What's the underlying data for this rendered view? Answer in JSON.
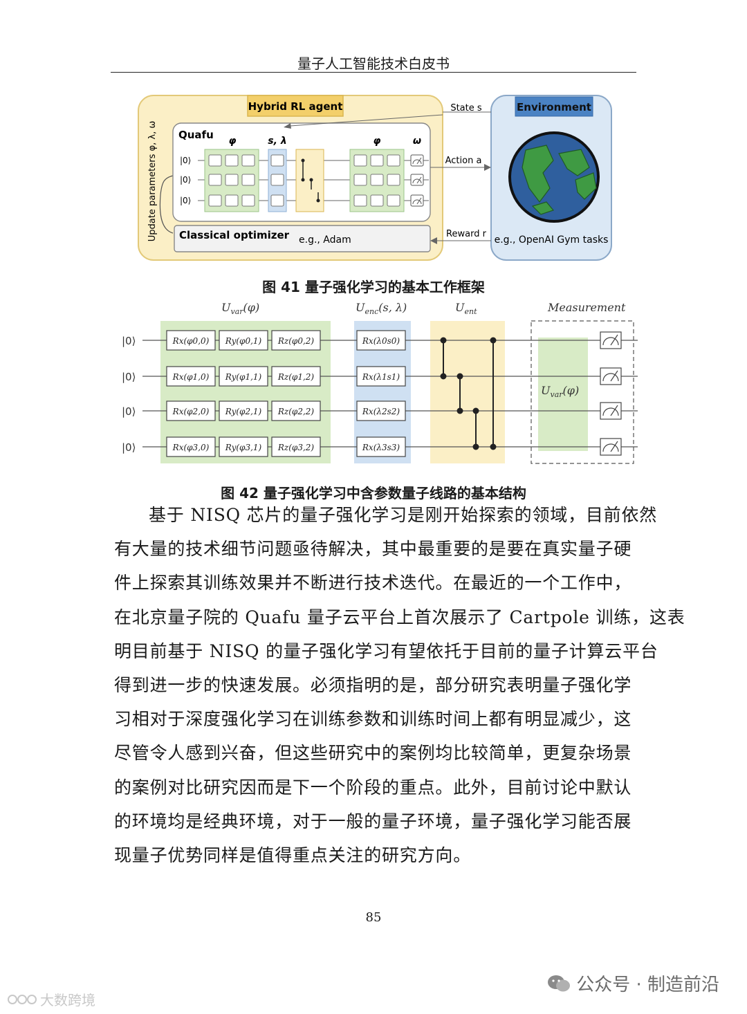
{
  "header": {
    "title": "量子人工智能技术白皮书"
  },
  "figure41": {
    "agent_label": "Hybrid RL agent",
    "params_label": "Update parameters φ, λ, ω",
    "quafu_label": "Quafu",
    "phi": "φ",
    "s_lambda": "s, λ",
    "omega": "ω",
    "ket": "|0⟩",
    "optimizer_label": "Classical optimizer",
    "optimizer_example": "e.g., Adam",
    "environment_label": "Environment",
    "environment_example": "e.g., OpenAI Gym tasks",
    "state_label": "State s",
    "action_label": "Action a",
    "reward_label": "Reward r",
    "caption": "图  41 量子强化学习的基本工作框架"
  },
  "figure42": {
    "uvar_label": "U",
    "uvar_sub": "var",
    "uvar_arg": "(φ)",
    "uenc_label": "U",
    "uenc_sub": "enc",
    "uenc_arg": "(s, λ)",
    "uent_label": "U",
    "uent_sub": "ent",
    "measurement_label": "Measurement",
    "ket": "|0⟩",
    "rows": [
      {
        "rx": "Rx(φ0,0)",
        "ry": "Ry(φ0,1)",
        "rz": "Rz(φ0,2)",
        "enc": "Rx(λ0s0)"
      },
      {
        "rx": "Rx(φ1,0)",
        "ry": "Ry(φ1,1)",
        "rz": "Rz(φ1,2)",
        "enc": "Rx(λ1s1)"
      },
      {
        "rx": "Rx(φ2,0)",
        "ry": "Ry(φ2,1)",
        "rz": "Rz(φ2,2)",
        "enc": "Rx(λ2s2)"
      },
      {
        "rx": "Rx(φ3,0)",
        "ry": "Ry(φ3,1)",
        "rz": "Rz(φ3,2)",
        "enc": "Rx(λ3s3)"
      }
    ],
    "measure_block": "U",
    "measure_block_sub": "var",
    "measure_block_arg": "(φ)",
    "caption": "图  42 量子强化学习中含参数量子线路的基本结构"
  },
  "body": {
    "lines": [
      "基于 NISQ 芯片的量子强化学习是刚开始探索的领域，目前依然",
      "有大量的技术细节问题亟待解决，其中最重要的是要在真实量子硬",
      "件上探索其训练效果并不断进行技术迭代。在最近的一个工作中，",
      "在北京量子院的 Quafu 量子云平台上首次展示了 Cartpole 训练，这表",
      "明目前基于 NISQ 的量子强化学习有望依托于目前的量子计算云平台",
      "得到进一步的快速发展。必须指明的是，部分研究表明量子强化学",
      "习相对于深度强化学习在训练参数和训练时间上都有明显减少，这",
      "尽管令人感到兴奋，但这些研究中的案例均比较简单，更复杂场景",
      "的案例对比研究因而是下一个阶段的重点。此外，目前讨论中默认",
      "的环境均是经典环境，对于一般的量子环境，量子强化学习能否展",
      "现量子优势同样是值得重点关注的研究方向。"
    ]
  },
  "page_number": "85",
  "watermark_right": "公众号 · 制造前沿",
  "watermark_left": "大数跨境",
  "colors": {
    "agent_bg": "#fbefc6",
    "agent_border": "#e3c978",
    "tag_bg": "#f3cf6a",
    "green_block": "#d8ebc6",
    "blue_block": "#cfe0f2",
    "yellow_block": "#fbefc6",
    "env_bg": "#dbe8f5",
    "ocean": "#2f5f9e",
    "land": "#3f9a43"
  }
}
